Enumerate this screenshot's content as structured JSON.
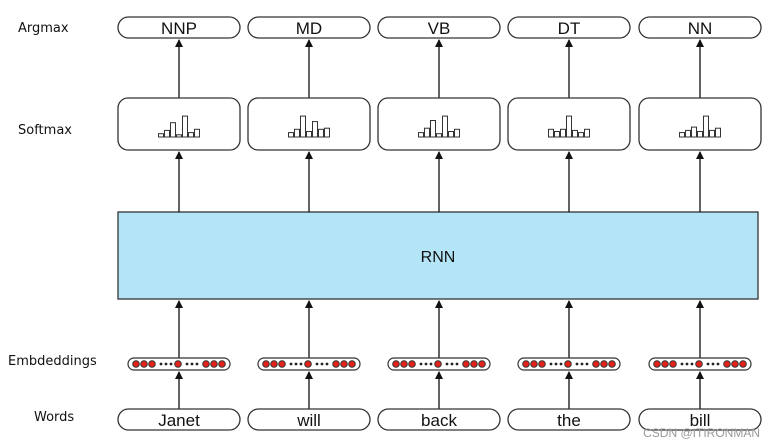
{
  "row_labels": {
    "argmax": "Argmax",
    "softmax": "Softmax",
    "embeddings": "Embdeddings",
    "words": "Words"
  },
  "rnn": {
    "label": "RNN",
    "fill": "#b3e5f7"
  },
  "columns": [
    {
      "word": "Janet",
      "tag": "NNP",
      "distribution": [
        0.15,
        0.3,
        0.65,
        0.1,
        0.95,
        0.2,
        0.35
      ]
    },
    {
      "word": "will",
      "tag": "MD",
      "distribution": [
        0.2,
        0.35,
        0.95,
        0.25,
        0.7,
        0.35,
        0.4
      ]
    },
    {
      "word": "back",
      "tag": "VB",
      "distribution": [
        0.2,
        0.4,
        0.75,
        0.15,
        0.95,
        0.25,
        0.35
      ]
    },
    {
      "word": "the",
      "tag": "DT",
      "distribution": [
        0.35,
        0.25,
        0.35,
        0.95,
        0.3,
        0.2,
        0.35
      ]
    },
    {
      "word": "bill",
      "tag": "NN",
      "distribution": [
        0.2,
        0.3,
        0.45,
        0.25,
        0.95,
        0.3,
        0.4
      ]
    }
  ],
  "dot_color": "#e2231a",
  "watermark": "CSDN @ITIRONMAN"
}
